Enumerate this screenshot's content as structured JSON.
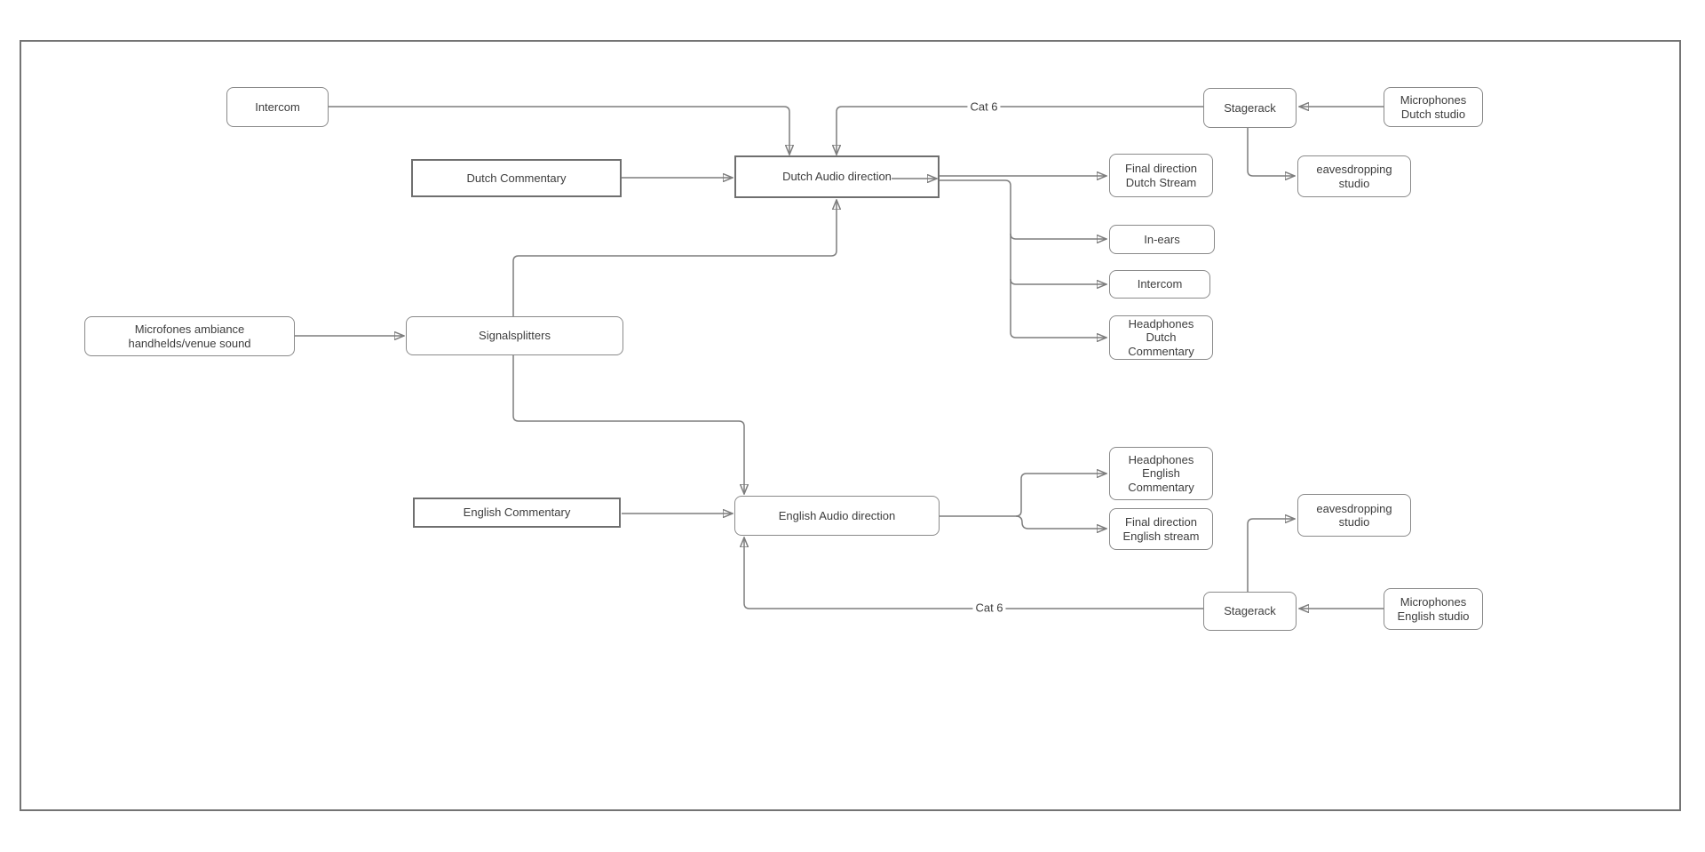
{
  "diagram": {
    "nodes": {
      "intercom_top": {
        "label": "Intercom"
      },
      "dutch_commentary": {
        "label": "Dutch Commentary"
      },
      "dutch_audio": {
        "label": "Dutch Audio direction"
      },
      "final_dutch": {
        "label": "Final direction\nDutch Stream"
      },
      "in_ears": {
        "label": "In-ears"
      },
      "intercom_out": {
        "label": "Intercom"
      },
      "headphones_dutch": {
        "label": "Headphones\nDutch\nCommentary"
      },
      "stagerack_dutch": {
        "label": "Stagerack"
      },
      "microphones_dutch": {
        "label": "Microphones\nDutch studio"
      },
      "eavesdropping_dutch": {
        "label": "eavesdropping\nstudio"
      },
      "microfones_ambiance": {
        "label": "Microfones ambiance\nhandhelds/venue sound"
      },
      "signalsplitters": {
        "label": "Signalsplitters"
      },
      "english_commentary": {
        "label": "English Commentary"
      },
      "english_audio": {
        "label": "English Audio direction"
      },
      "headphones_english": {
        "label": "Headphones\nEnglish\nCommentary"
      },
      "final_english": {
        "label": "Final direction\nEnglish stream"
      },
      "eavesdropping_english": {
        "label": "eavesdropping\nstudio"
      },
      "stagerack_english": {
        "label": "Stagerack"
      },
      "microphones_english": {
        "label": "Microphones\nEnglish studio"
      }
    },
    "edge_labels": {
      "cat6_dutch": "Cat 6",
      "cat6_english": "Cat 6"
    },
    "edges": [
      {
        "from": "intercom-top",
        "to": "dutch-audio-direction"
      },
      {
        "from": "stagerack-dutch",
        "to": "dutch-audio-direction",
        "label": "Cat 6"
      },
      {
        "from": "dutch-commentary",
        "to": "dutch-audio-direction"
      },
      {
        "from": "signalsplitters",
        "to": "dutch-audio-direction"
      },
      {
        "from": "microfones-ambiance",
        "to": "signalsplitters"
      },
      {
        "from": "dutch-audio-direction",
        "to": "final-direction-dutch-stream"
      },
      {
        "from": "dutch-audio-direction",
        "to": "in-ears"
      },
      {
        "from": "dutch-audio-direction",
        "to": "intercom-output"
      },
      {
        "from": "dutch-audio-direction",
        "to": "headphones-dutch-commentary"
      },
      {
        "from": "microphones-dutch-studio",
        "to": "stagerack-dutch"
      },
      {
        "from": "stagerack-dutch",
        "to": "eavesdropping-studio-dutch"
      },
      {
        "from": "english-commentary",
        "to": "english-audio-direction"
      },
      {
        "from": "signalsplitters",
        "to": "english-audio-direction"
      },
      {
        "from": "stagerack-english",
        "to": "english-audio-direction",
        "label": "Cat 6"
      },
      {
        "from": "english-audio-direction",
        "to": "headphones-english-commentary"
      },
      {
        "from": "english-audio-direction",
        "to": "final-direction-english-stream"
      },
      {
        "from": "microphones-english-studio",
        "to": "stagerack-english"
      },
      {
        "from": "stagerack-english",
        "to": "eavesdropping-studio-english"
      }
    ],
    "colors": {
      "background": "#ffffff",
      "canvas_border": "#747474",
      "box_border": "#8a8a8a",
      "line": "#7d7d7d",
      "arrow": "#3a3a3a",
      "text": "#3d3d3d"
    }
  }
}
